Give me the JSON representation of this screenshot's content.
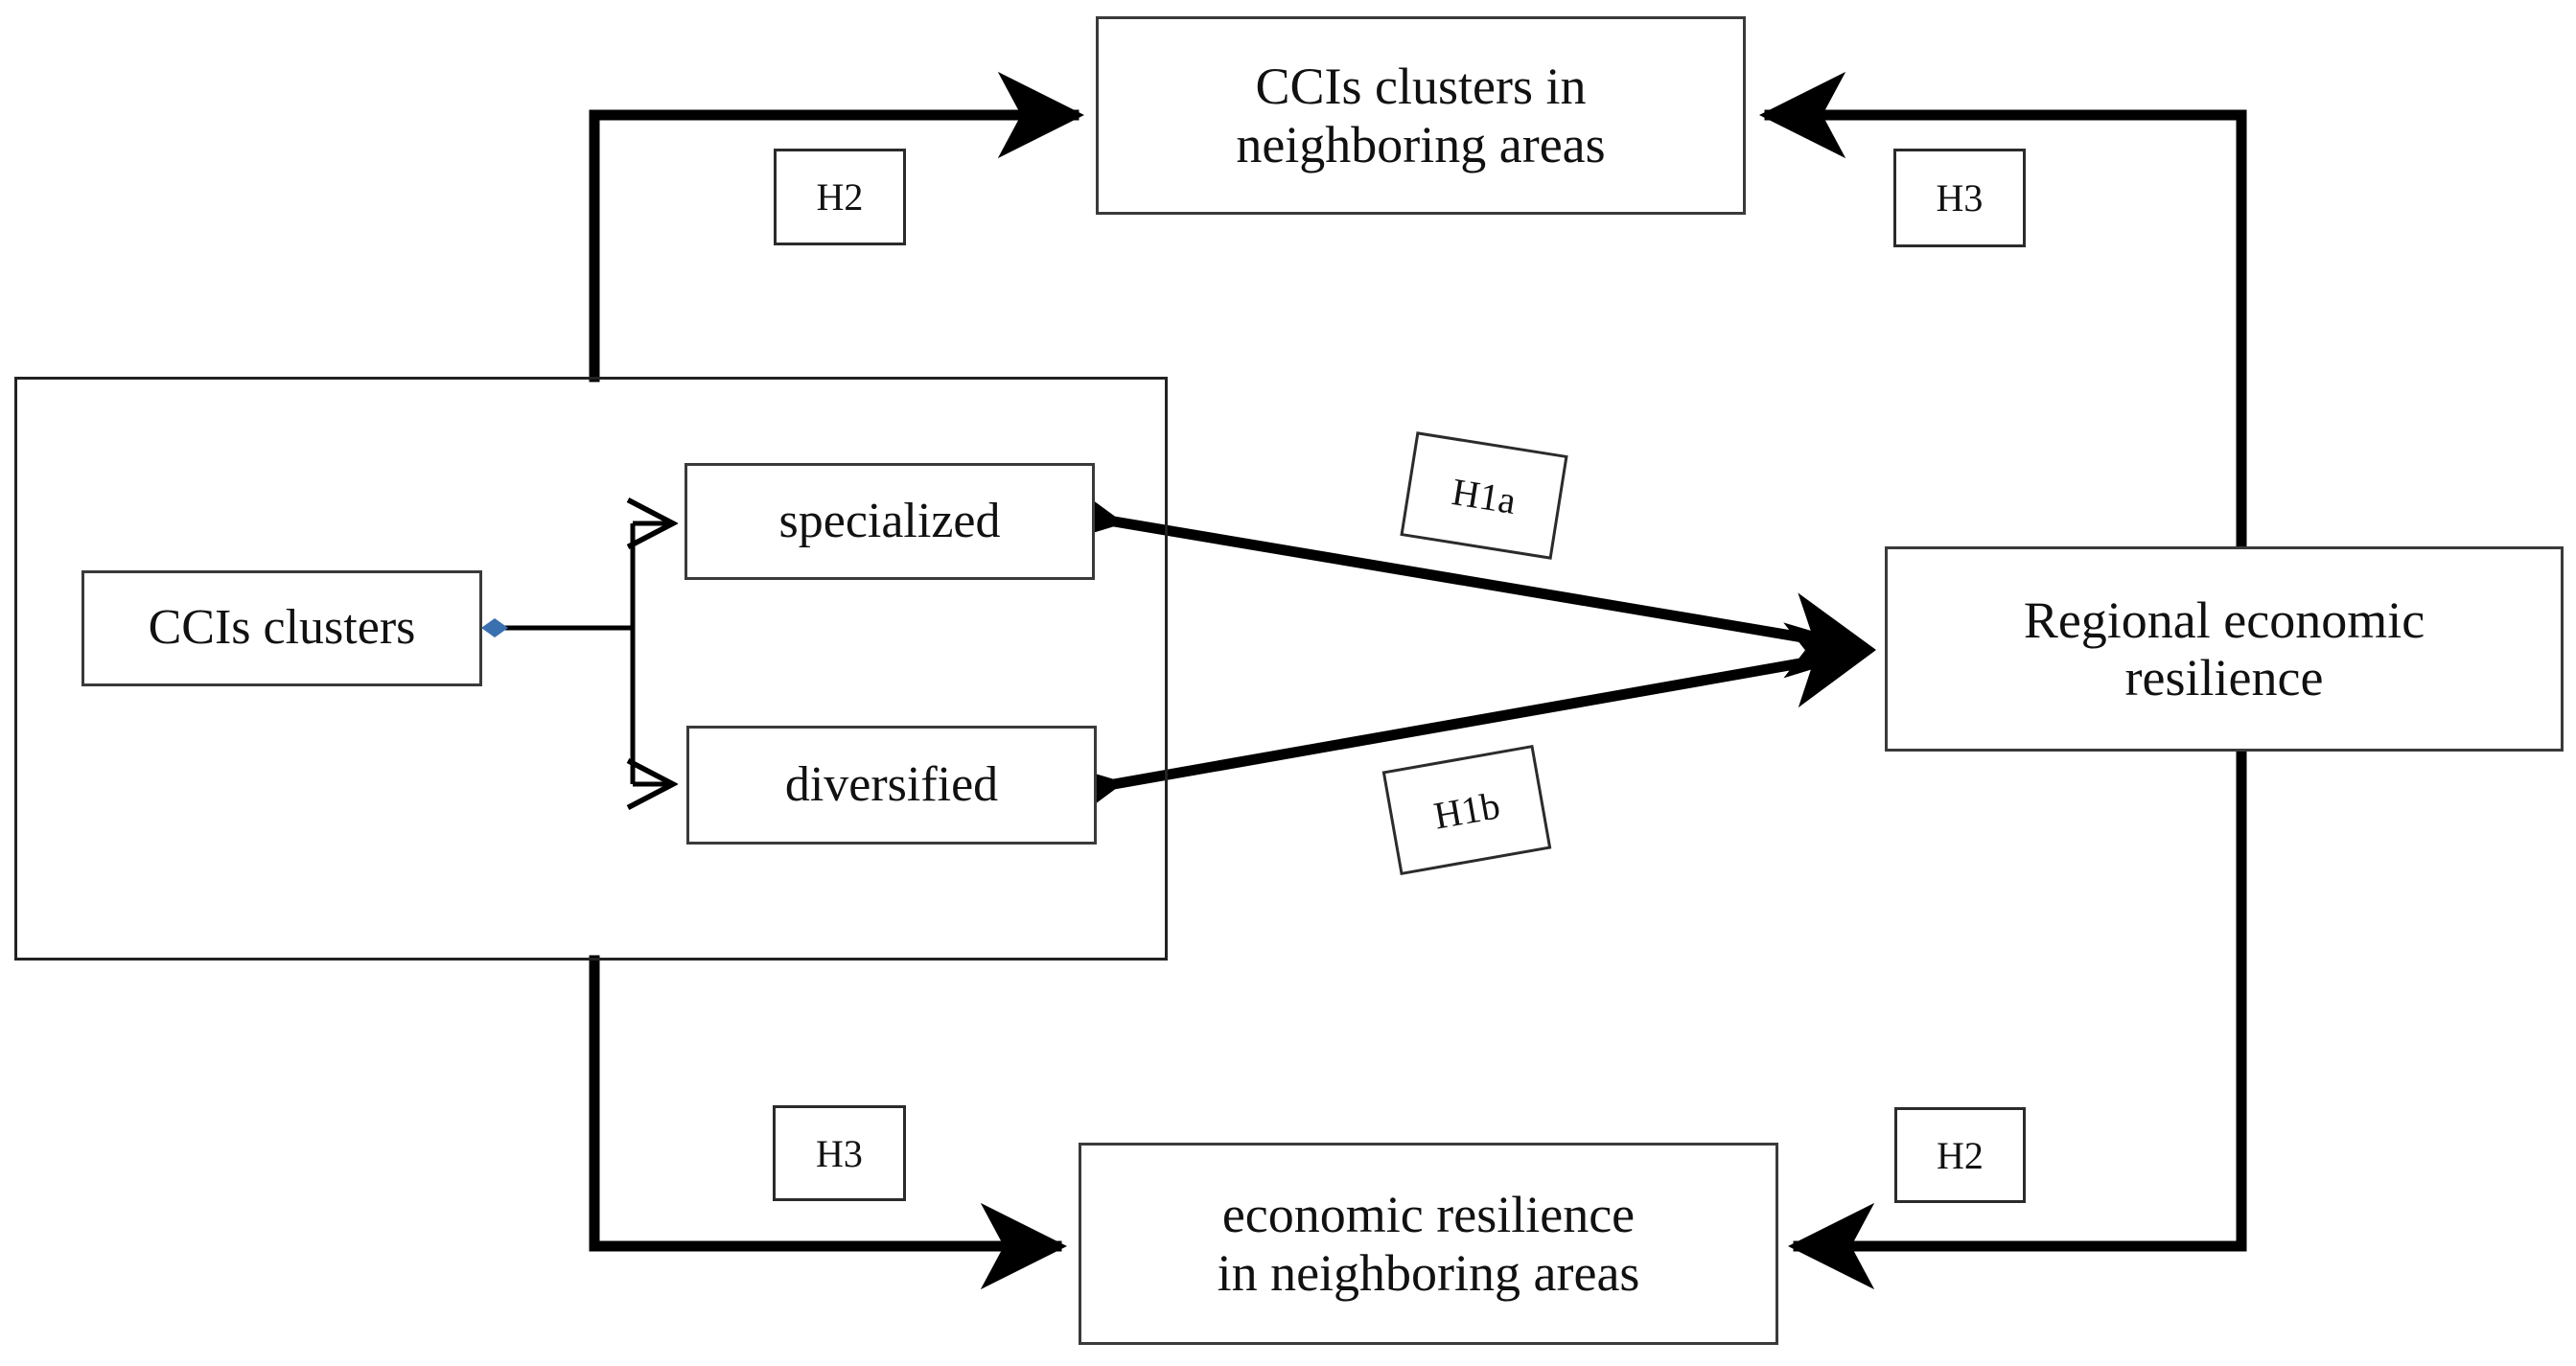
{
  "figure": {
    "type": "conceptual-framework-diagram",
    "title": "",
    "background_color": "#ffffff",
    "line_color": "#000000",
    "accent_color": "#3a6fb0"
  },
  "nodes": {
    "cci_clusters_neighboring": {
      "label": "CCIs clusters in\nneighboring areas",
      "line1": "CCIs clusters in",
      "line2": "neighboring areas"
    },
    "cci_clusters": {
      "label": "CCIs clusters"
    },
    "specialized": {
      "label": "specialized"
    },
    "diversified": {
      "label": "diversified"
    },
    "regional_economic_resilience": {
      "label": "Regional economic\nresilience",
      "line1": "Regional economic",
      "line2": "resilience"
    },
    "economic_resilience_neighboring": {
      "label": "economic resilience\nin neighboring areas",
      "line1": "economic resilience",
      "line2": "in neighboring areas"
    }
  },
  "hypothesis_labels": {
    "top_left": "H2",
    "top_right": "H3",
    "middle_upper": "H1a",
    "middle_lower": "H1b",
    "bottom_left": "H3",
    "bottom_right": "H2"
  },
  "edges": [
    {
      "name": "cci-cluster-group-to-neighboring-cci-clusters",
      "from": "cci_clusters_group",
      "to": "cci_clusters_neighboring",
      "label": "H2",
      "arrowheads": "single"
    },
    {
      "name": "regional-resilience-to-neighboring-cci-clusters",
      "from": "regional_economic_resilience",
      "to": "cci_clusters_neighboring",
      "label": "H3",
      "arrowheads": "single"
    },
    {
      "name": "specialized-to-regional-resilience",
      "from": "specialized",
      "to": "regional_economic_resilience",
      "label": "H1a",
      "arrowheads": "double"
    },
    {
      "name": "diversified-to-regional-resilience",
      "from": "diversified",
      "to": "regional_economic_resilience",
      "label": "H1b",
      "arrowheads": "double"
    },
    {
      "name": "cci-cluster-group-to-neighboring-resilience",
      "from": "cci_clusters_group",
      "to": "economic_resilience_neighboring",
      "label": "H3",
      "arrowheads": "single"
    },
    {
      "name": "regional-resilience-to-neighboring-resilience",
      "from": "regional_economic_resilience",
      "to": "economic_resilience_neighboring",
      "label": "H2",
      "arrowheads": "single"
    },
    {
      "name": "cci-clusters-to-specialized",
      "from": "cci_clusters",
      "to": "specialized",
      "label": "",
      "arrowheads": "single"
    },
    {
      "name": "cci-clusters-to-diversified",
      "from": "cci_clusters",
      "to": "diversified",
      "label": "",
      "arrowheads": "single"
    }
  ]
}
